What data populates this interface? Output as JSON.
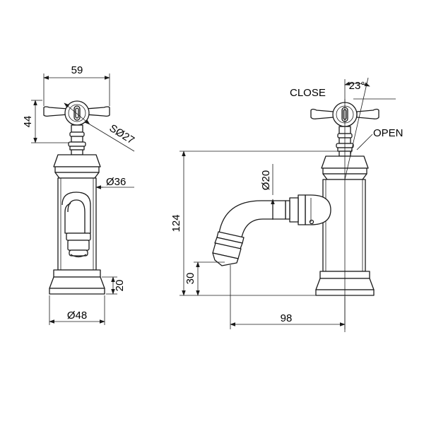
{
  "front_view": {
    "width_label": "59",
    "handle_height_label": "44",
    "handle_hub_label": "SØ27",
    "body_diameter_label": "Ø36",
    "base_height_label": "20",
    "base_diameter_label": "Ø48"
  },
  "side_view": {
    "close_label": "CLOSE",
    "rotation_label": "23°",
    "open_label": "OPEN",
    "spout_diameter_label": "Ø20",
    "total_height_label": "124",
    "outlet_height_label": "30",
    "reach_label": "98"
  }
}
